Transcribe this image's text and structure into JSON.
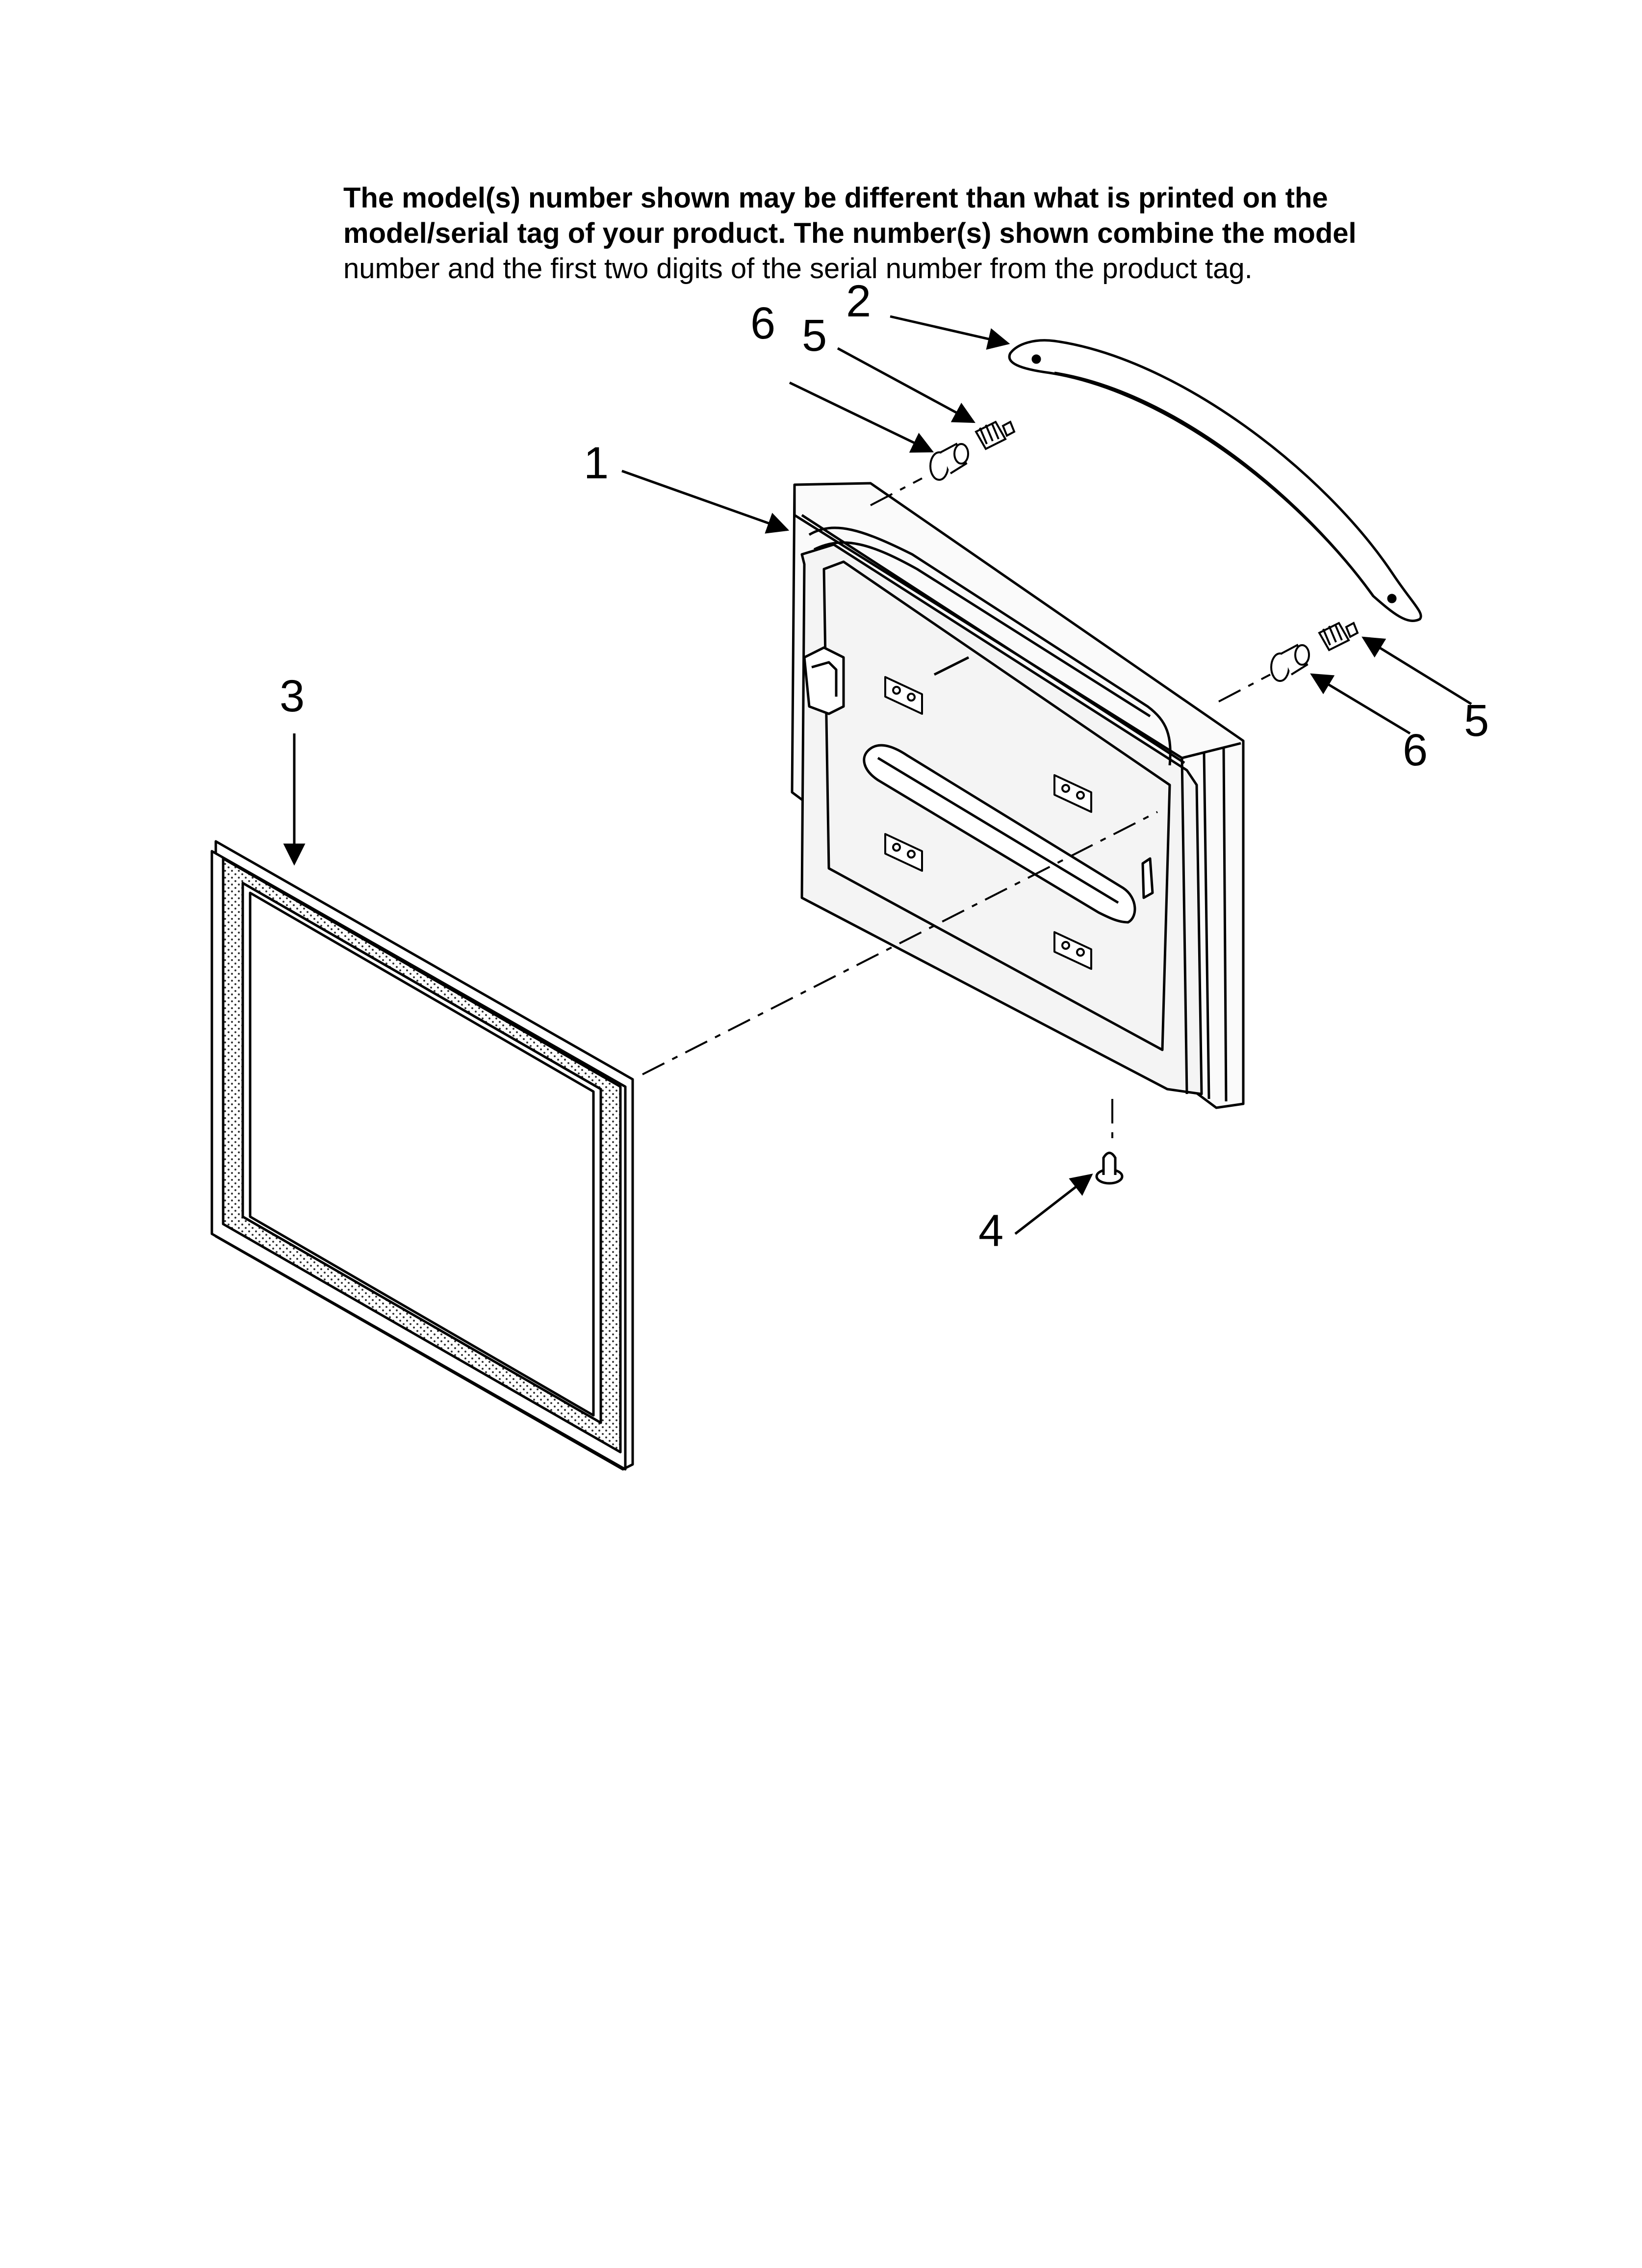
{
  "notice": {
    "line1": "The model(s) number shown may be different than what is printed on the",
    "line2": "model/serial tag of your product. The number(s) shown combine the model",
    "line3": "number and the first two digits of the serial number from the product tag."
  },
  "callouts": [
    {
      "id": "door",
      "label": "1"
    },
    {
      "id": "handle",
      "label": "2"
    },
    {
      "id": "gasket",
      "label": "3"
    },
    {
      "id": "door-stop",
      "label": "4"
    },
    {
      "id": "screw-top",
      "label": "5"
    },
    {
      "id": "spacer-top",
      "label": "6"
    },
    {
      "id": "screw-right",
      "label": "5"
    },
    {
      "id": "spacer-right",
      "label": "6"
    }
  ],
  "colors": {
    "line": "#000000",
    "panel_fill": "#f2f2f2",
    "background": "#ffffff"
  }
}
